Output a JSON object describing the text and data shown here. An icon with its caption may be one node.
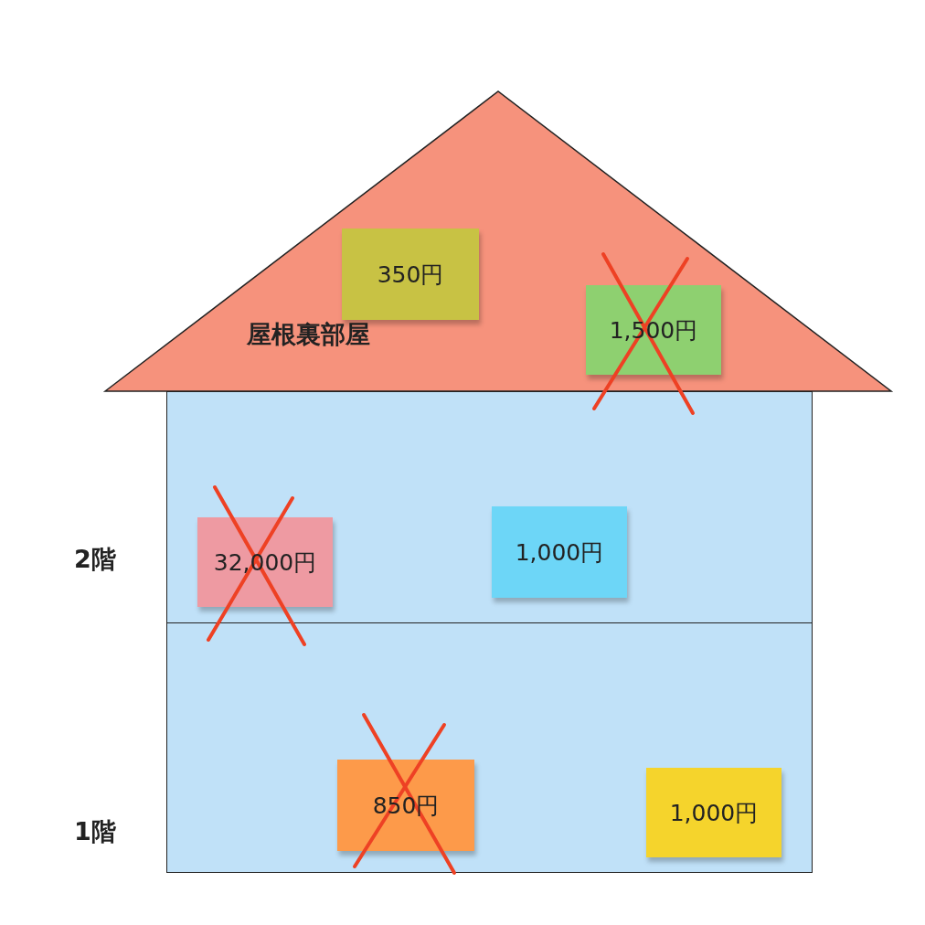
{
  "diagram": {
    "nodes": [
      {
        "text": [
          "屋根裏部屋"
        ]
      },
      {
        "text": [
          "2階"
        ]
      },
      {
        "text": [
          "1階"
        ]
      },
      {
        "text": [
          "350円"
        ],
        "in": 0
      },
      {
        "text": [
          "1,500円"
        ],
        "in": 0
      },
      {
        "text": [
          "32,000円"
        ],
        "in": 1
      },
      {
        "text": [
          "1,000円"
        ],
        "in": 1
      },
      {
        "text": [
          "850円"
        ],
        "in": 2
      },
      {
        "text": [
          "1,000円"
        ],
        "in": 2
      }
    ]
  }
}
